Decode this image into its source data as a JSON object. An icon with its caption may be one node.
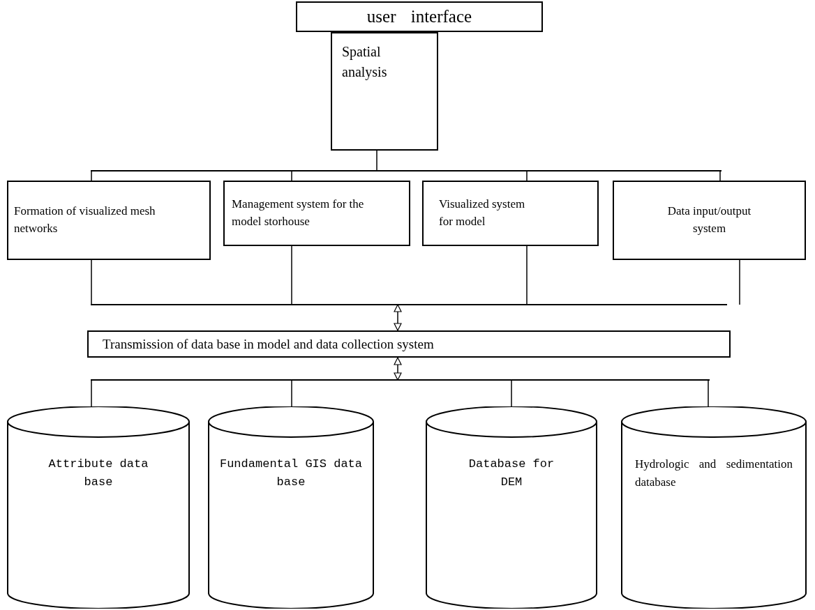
{
  "diagram": {
    "nodes": [
      {
        "text": [
          "user interface"
        ]
      },
      {
        "text": [
          "Spatial analysis"
        ]
      },
      {
        "text": [],
        "shape": "bar"
      },
      {
        "text": [
          "Formation of visualized mesh networks"
        ]
      },
      {
        "text": [
          "Management system for the model storhouse"
        ]
      },
      {
        "text": [
          "Visualized system for model"
        ]
      },
      {
        "text": [
          "Data input/output system"
        ]
      },
      {
        "text": [],
        "shape": "bar"
      },
      {
        "text": [
          "Transmission of data base in model and data collection system"
        ]
      },
      {
        "text": [],
        "shape": "bar"
      },
      {
        "text": [
          "Attribute data base"
        ]
      },
      {
        "text": [
          "Fundamental GIS data base"
        ]
      },
      {
        "text": [
          "Database for DEM"
        ]
      },
      {
        "text": [
          "Hydrologic and sedimentation database"
        ]
      }
    ],
    "edges": [
      {
        "from": 1,
        "to": 2,
        "arrow": "none"
      },
      {
        "from": 2,
        "to": 3,
        "arrow": "none"
      },
      {
        "from": 2,
        "to": 4,
        "arrow": "none"
      },
      {
        "from": 2,
        "to": 5,
        "arrow": "none"
      },
      {
        "from": 2,
        "to": 6,
        "arrow": "none"
      },
      {
        "from": 3,
        "to": 7,
        "arrow": "none"
      },
      {
        "from": 4,
        "to": 7,
        "arrow": "none"
      },
      {
        "from": 5,
        "to": 7,
        "arrow": "none"
      },
      {
        "from": 6,
        "to": 7,
        "arrow": "none"
      },
      {
        "from": 7,
        "to": 8,
        "arrow": "both"
      },
      {
        "from": 8,
        "to": 9,
        "arrow": "both"
      },
      {
        "from": 9,
        "to": 10,
        "arrow": "none"
      },
      {
        "from": 9,
        "to": 11,
        "arrow": "none"
      },
      {
        "from": 9,
        "to": 12,
        "arrow": "none"
      },
      {
        "from": 9,
        "to": 13,
        "arrow": "none"
      }
    ]
  }
}
